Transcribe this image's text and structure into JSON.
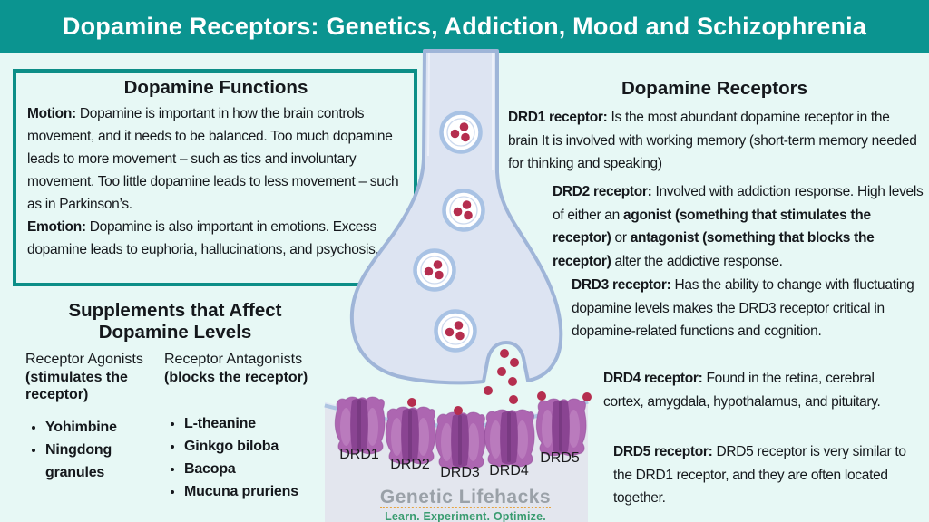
{
  "header": {
    "title": "Dopamine Receptors: Genetics, Addiction, Mood and Schizophrenia"
  },
  "functions_box": {
    "title": "Dopamine Functions",
    "motion_label": "Motion:",
    "motion_text": " Dopamine is important in how the brain controls movement, and it needs to be balanced. Too much dopamine leads to more movement – such as tics and involuntary movement. Too little dopamine leads to less movement – such as in Parkinson’s.",
    "emotion_label": "Emotion:",
    "emotion_text": " Dopamine is also important in emotions. Excess dopamine leads to euphoria, hallucinations, and psychosis."
  },
  "supplements": {
    "title_line1": "Supplements that Affect",
    "title_line2": "Dopamine Levels",
    "agonists": {
      "header": "Receptor Agonists",
      "subheader": "(stimulates the receptor)",
      "items": [
        "Yohimbine",
        "Ningdong granules"
      ]
    },
    "antagonists": {
      "header": "Receptor Antagonists",
      "subheader": "(blocks the receptor)",
      "items": [
        "L-theanine",
        "Ginkgo biloba",
        "Bacopa",
        "Mucuna pruriens"
      ]
    }
  },
  "receptors_section": {
    "title": "Dopamine Receptors",
    "items": [
      {
        "segments": [
          {
            "bold": true,
            "text": "DRD1 receptor:"
          },
          {
            "bold": false,
            "text": " Is the most abundant dopamine receptor in the brain It is involved with working memory (short-term memory needed for thinking and speaking)"
          }
        ]
      },
      {
        "segments": [
          {
            "bold": true,
            "text": "DRD2 receptor:"
          },
          {
            "bold": false,
            "text": " Involved with addiction response. High levels of either an "
          },
          {
            "bold": true,
            "text": "agonist (something that stimulates the receptor)"
          },
          {
            "bold": false,
            "text": " or "
          },
          {
            "bold": true,
            "text": "antagonist (something that blocks the receptor)"
          },
          {
            "bold": false,
            "text": " alter the addictive response."
          }
        ]
      },
      {
        "segments": [
          {
            "bold": true,
            "text": "DRD3 receptor:"
          },
          {
            "bold": false,
            "text": " Has the ability to change with fluctuating dopamine levels makes the DRD3 receptor critical in dopamine-related functions and cognition."
          }
        ]
      },
      {
        "segments": [
          {
            "bold": true,
            "text": "DRD4 receptor:"
          },
          {
            "bold": false,
            "text": " Found in the retina, cerebral cortex, amygdala, hypothalamus, and pituitary."
          }
        ]
      },
      {
        "segments": [
          {
            "bold": true,
            "text": "DRD5 receptor:"
          },
          {
            "bold": false,
            "text": " DRD5 receptor is very similar to the DRD1 receptor, and they are often located together."
          }
        ]
      }
    ]
  },
  "illustration": {
    "receptor_labels": [
      "DRD1",
      "DRD2",
      "DRD3",
      "DRD4",
      "DRD5"
    ],
    "colors": {
      "synapse_fill": "#dde4f2",
      "synapse_outline": "#9fb5d8",
      "vesicle_ring": "#a8c2e4",
      "dopamine_dot": "#b52e4f",
      "receptor_main": "#ad66b1",
      "receptor_dark": "#8a4492",
      "membrane": "#aec5e2",
      "postsynaptic_fill": "#e3e6ee"
    }
  },
  "logo": {
    "name": "Genetic Lifehacks",
    "tagline": "Learn. Experiment. Optimize."
  },
  "theme": {
    "header_bg": "#0b9490",
    "page_bg": "#e7f8f5",
    "box_border": "#0c8e87",
    "text": "#15181c",
    "logo_gray": "#9aa1a8",
    "logo_green": "#3a9c70",
    "logo_dotted_underline": "#e8a33e"
  }
}
